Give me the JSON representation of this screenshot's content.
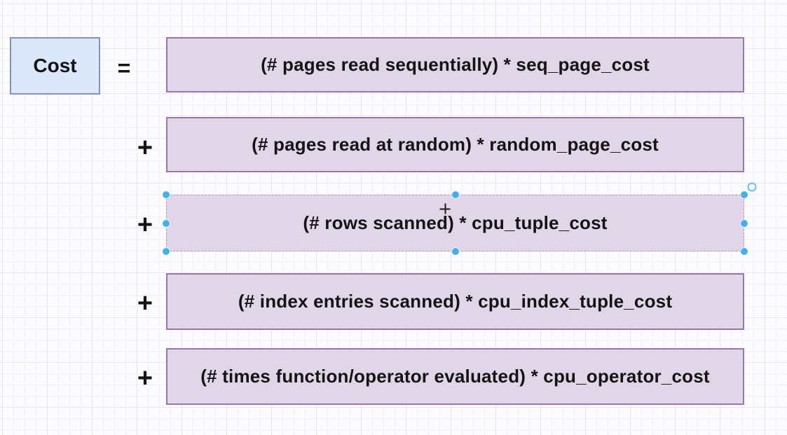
{
  "colors": {
    "canvas_bg": "#fcfbfd",
    "grid_minor": "#f3eff5",
    "grid_major": "#e9e4ee",
    "term_fill": "#e1d6e7",
    "term_border": "#9878aa",
    "cost_fill": "#dbe8fb",
    "cost_border": "#7e93bd",
    "selection_handle": "#41b1f2",
    "text": "#141414"
  },
  "formula": {
    "lhs": "Cost",
    "equals": "=",
    "operator": "+",
    "terms": [
      {
        "text": "(# pages read sequentially) * seq_page_cost",
        "selected": false
      },
      {
        "text": "(# pages read at random) * random_page_cost",
        "selected": false
      },
      {
        "text": "(# rows scanned) * cpu_tuple_cost",
        "selected": true
      },
      {
        "text": "(# index entries scanned) * cpu_index_tuple_cost",
        "selected": false
      },
      {
        "text": "(# times function/operator evaluated) * cpu_operator_cost",
        "selected": false
      }
    ]
  }
}
